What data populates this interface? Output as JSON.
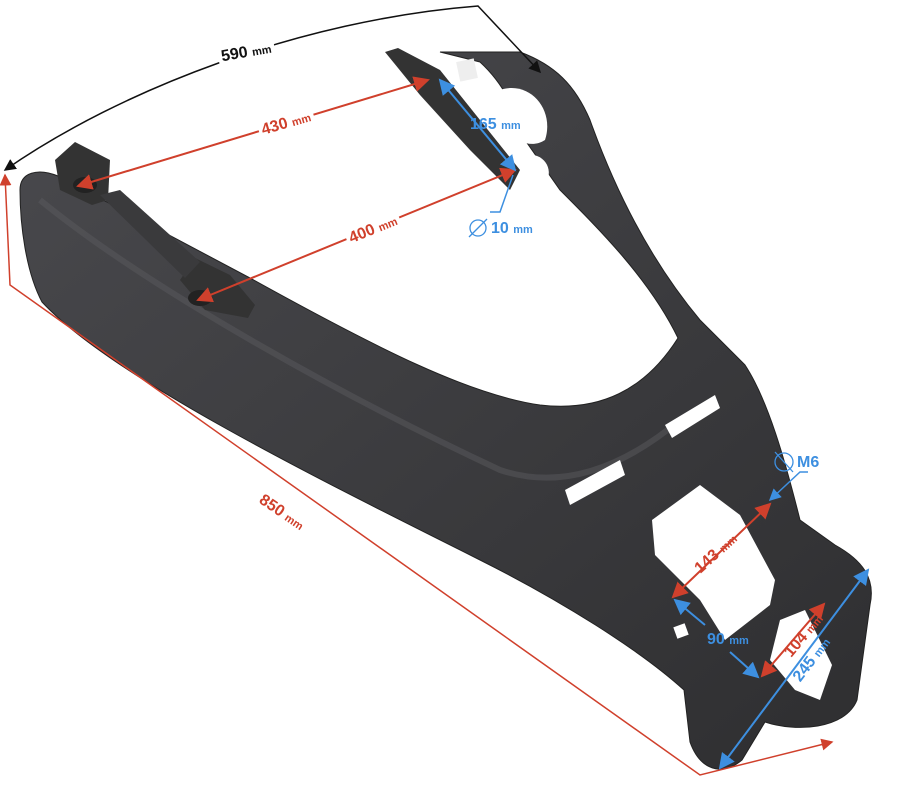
{
  "colors": {
    "part": "#3a3a3c",
    "part_highlight": "#55555a",
    "overall_dimension": "#111111",
    "red_dimension": "#d0402c",
    "blue_dimension": "#3d8fe0"
  },
  "dimensions": {
    "width_top": {
      "value": "590",
      "unit": "mm"
    },
    "mount_span_outer": {
      "value": "430",
      "unit": "mm"
    },
    "mount_span_inner": {
      "value": "400",
      "unit": "mm"
    },
    "mount_spacing": {
      "value": "165",
      "unit": "mm"
    },
    "hole_diameter": {
      "value": "10",
      "unit": "mm",
      "symbol": "diameter-icon"
    },
    "length": {
      "value": "850",
      "unit": "mm"
    },
    "thread": {
      "value": "M6",
      "symbol": "diameter-icon"
    },
    "plate_span": {
      "value": "143",
      "unit": "mm"
    },
    "plate_hole_spacing": {
      "value": "90",
      "unit": "mm"
    },
    "plate_depth": {
      "value": "104",
      "unit": "mm"
    },
    "plate_width": {
      "value": "245",
      "unit": "mm"
    }
  }
}
